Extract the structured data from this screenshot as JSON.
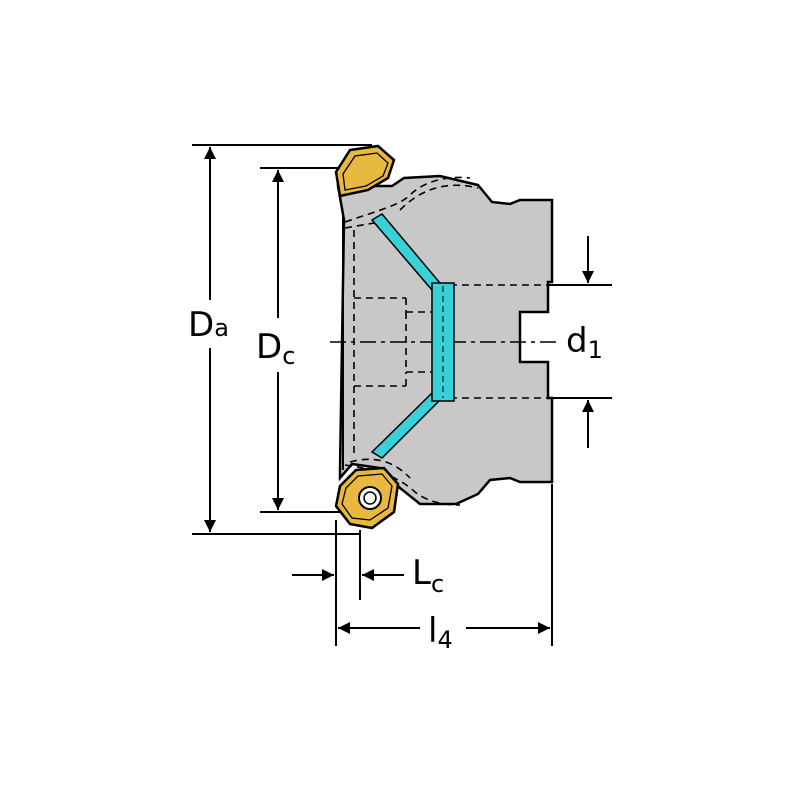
{
  "colors": {
    "body_fill": "#c8c8c8",
    "coolant_channel": "#3ad0d8",
    "insert_fill": "#e8b840",
    "outline": "#000000",
    "background": "#ffffff"
  },
  "labels": {
    "Da": {
      "main": "D",
      "sub": "a"
    },
    "Dc": {
      "main": "D",
      "sub": "c"
    },
    "d1": {
      "main": "d",
      "sub": "1"
    },
    "Lc": {
      "main": "L",
      "sub": "c"
    },
    "l4": {
      "main": "l",
      "sub": "4"
    }
  },
  "icons": [
    "milling-cutter-body",
    "cutting-insert-top",
    "cutting-insert-bottom",
    "coolant-channel"
  ]
}
